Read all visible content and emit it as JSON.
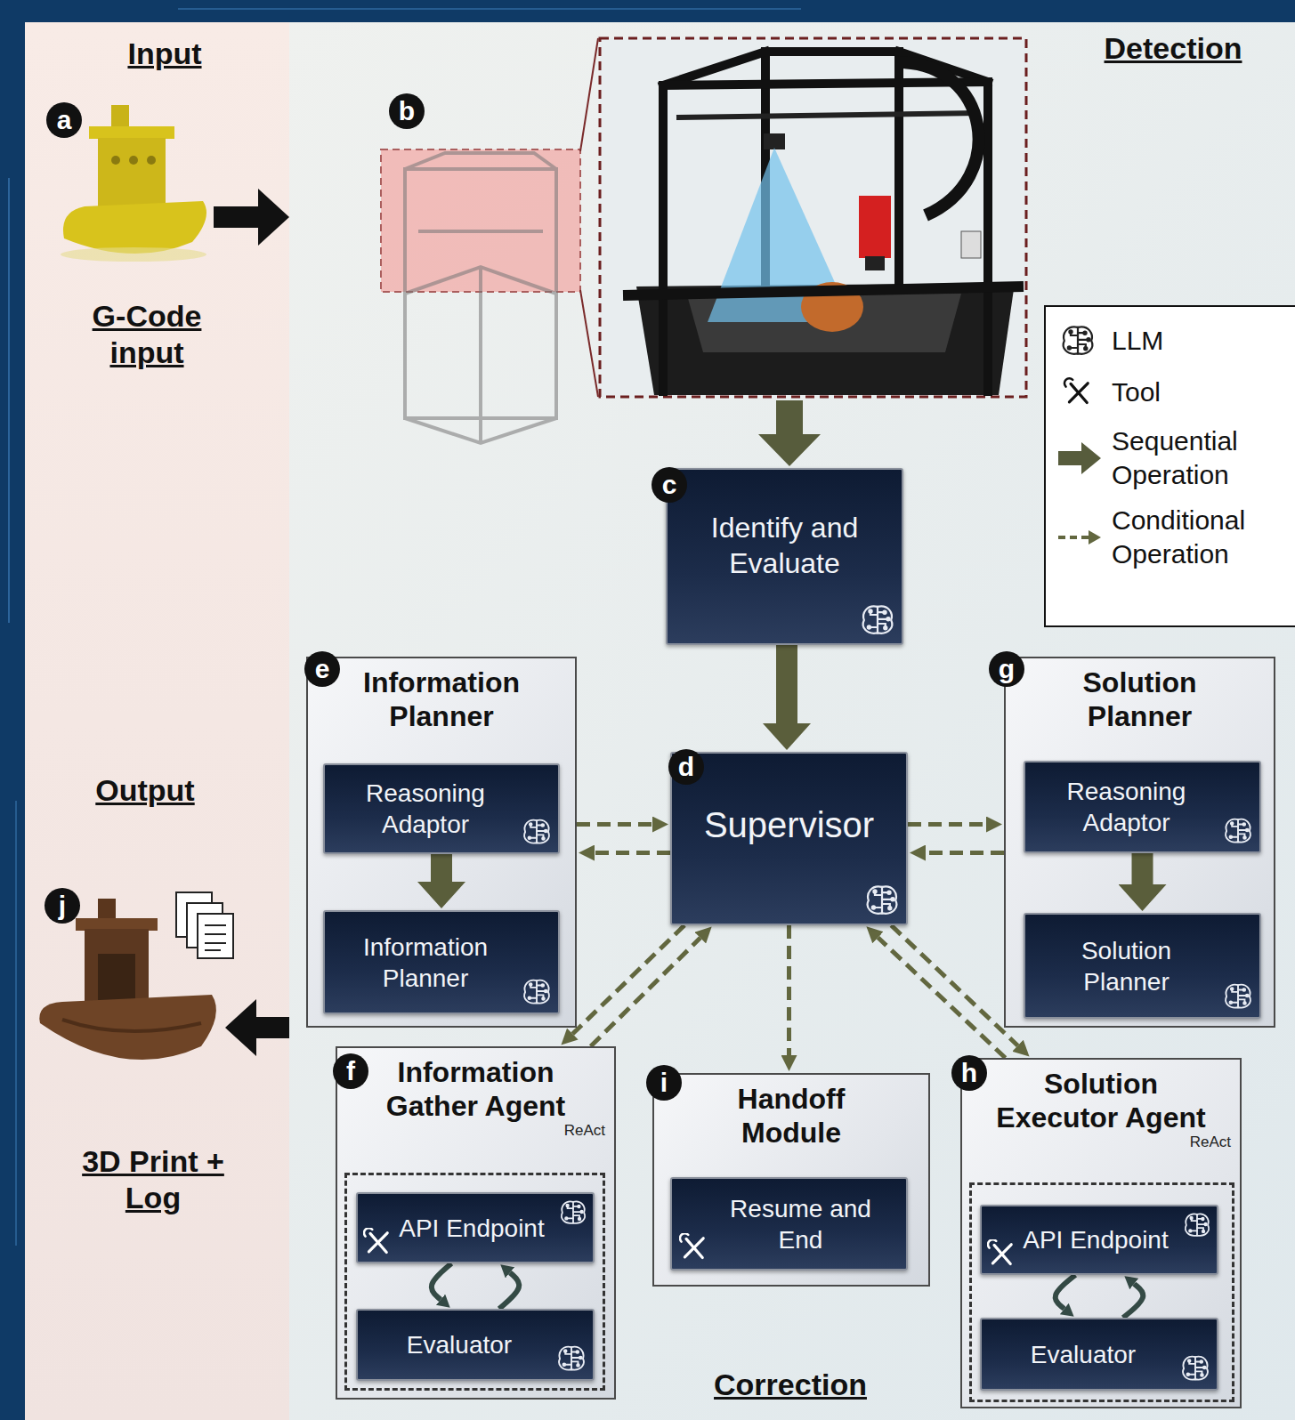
{
  "diagram": {
    "nodes": [
      {
        "text": [
          "Identify and Evaluate"
        ]
      },
      {
        "text": [
          "Information Planner"
        ]
      },
      {
        "text": [
          "Reasoning Adaptor"
        ],
        "in": 1
      },
      {
        "text": [
          "Information Planner"
        ],
        "in": 1
      },
      {
        "text": [
          "Supervisor"
        ]
      },
      {
        "text": [
          "Solution Planner"
        ]
      },
      {
        "text": [
          "Reasoning Adaptor"
        ],
        "in": 5
      },
      {
        "text": [
          "Solution Planner"
        ],
        "in": 5
      },
      {
        "text": [
          "Information Gather Agent",
          "ReAct"
        ]
      },
      {
        "text": [
          "API Endpoint"
        ],
        "in": 8
      },
      {
        "text": [
          "Evaluator"
        ],
        "in": 8
      },
      {
        "text": [
          "Handoff Module"
        ]
      },
      {
        "text": [
          "Resume and End"
        ],
        "in": 11
      },
      {
        "text": [
          "Solution Executor Agent",
          "ReAct"
        ]
      },
      {
        "text": [
          "API Endpoint"
        ],
        "in": 13
      },
      {
        "text": [
          "Evaluator"
        ],
        "in": 13
      }
    ],
    "edges": [
      {
        "from": 0,
        "to": 4,
        "arrow": "to"
      },
      {
        "from": 2,
        "to": 3,
        "arrow": "to"
      },
      {
        "from": 6,
        "to": 7,
        "arrow": "to"
      },
      {
        "from": 1,
        "to": 4,
        "arrow": "to"
      },
      {
        "from": 4,
        "to": 1,
        "arrow": "to"
      },
      {
        "from": 4,
        "to": 5,
        "arrow": "to"
      },
      {
        "from": 5,
        "to": 4,
        "arrow": "to"
      },
      {
        "from": 4,
        "to": 8,
        "arrow": "to"
      },
      {
        "from": 8,
        "to": 4,
        "arrow": "to"
      },
      {
        "from": 4,
        "to": 11,
        "arrow": "to"
      },
      {
        "from": 4,
        "to": 13,
        "arrow": "to"
      },
      {
        "from": 13,
        "to": 4,
        "arrow": "to"
      },
      {
        "from": 9,
        "to": 10,
        "arrow": "to"
      },
      {
        "from": 10,
        "to": 9,
        "arrow": "to"
      },
      {
        "from": 14,
        "to": 15,
        "arrow": "to"
      },
      {
        "from": 15,
        "to": 14,
        "arrow": "to"
      }
    ],
    "labels": [
      "Input",
      "a",
      "G-Code input",
      "b",
      "Detection",
      "Output",
      "j",
      "3D Print + Log",
      "Correction",
      "c",
      "d",
      "e",
      "f",
      "g",
      "h",
      "i"
    ],
    "legend": [
      {
        "text": "LLM"
      },
      {
        "text": "Tool"
      },
      {
        "text": "Sequential Operation"
      },
      {
        "text": "Conditional Operation"
      }
    ]
  }
}
